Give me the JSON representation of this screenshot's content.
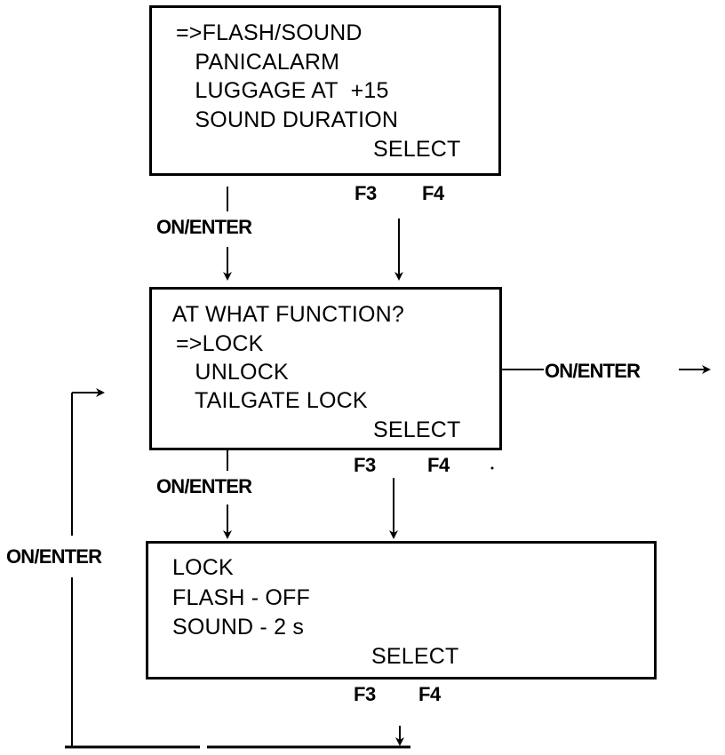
{
  "screens": [
    {
      "name": "function-menu",
      "lines": [
        "=>FLASH/SOUND",
        "   PANICALARM",
        "   LUGGAGE AT  +15",
        "   SOUND DURATION"
      ],
      "select_label": "SELECT",
      "keys": [
        "F3",
        "F4"
      ]
    },
    {
      "name": "at-what-function",
      "lines": [
        " AT WHAT FUNCTION?",
        "=>LOCK",
        "   UNLOCK",
        "   TAILGATE LOCK"
      ],
      "select_label": "SELECT",
      "keys": [
        "F3",
        "F4"
      ]
    },
    {
      "name": "lock-settings",
      "lines": [
        "LOCK",
        "FLASH - OFF",
        "SOUND - 2 s"
      ],
      "select_label": "SELECT",
      "keys": [
        "F3",
        "F4"
      ]
    }
  ],
  "connectors": {
    "on_enter_1": "ON/ENTER",
    "on_enter_right": "ON/ENTER",
    "on_enter_2": "ON/ENTER",
    "on_enter_loop": "ON/ENTER"
  },
  "colors": {
    "ink": "#000000",
    "paper": "#ffffff"
  }
}
